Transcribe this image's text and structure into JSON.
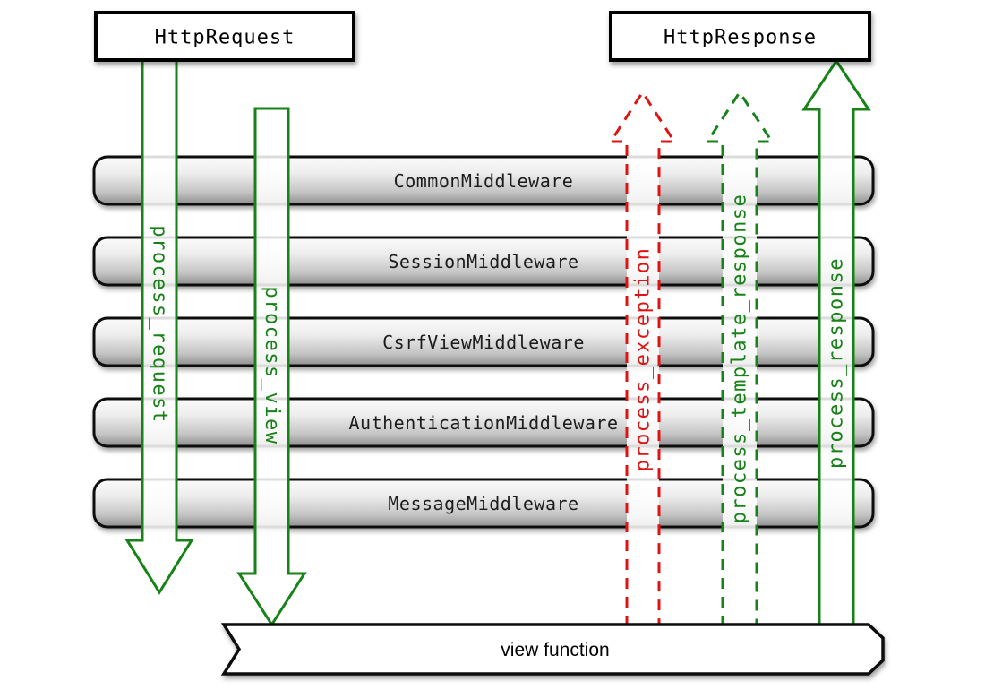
{
  "request_box": {
    "label": "HttpRequest"
  },
  "response_box": {
    "label": "HttpResponse"
  },
  "middlewares": [
    "CommonMiddleware",
    "SessionMiddleware",
    "CsrfViewMiddleware",
    "AuthenticationMiddleware",
    "MessageMiddleware"
  ],
  "arrows": {
    "process_request": {
      "label": "process_request",
      "style": "solid",
      "direction": "down",
      "color": "#178217"
    },
    "process_view": {
      "label": "process_view",
      "style": "solid",
      "direction": "down",
      "color": "#178217"
    },
    "process_exception": {
      "label": "process_exception",
      "style": "dashed",
      "direction": "up",
      "color": "#e01313"
    },
    "process_template_response": {
      "label": "process_template_response",
      "style": "dashed",
      "direction": "up",
      "color": "#178217"
    },
    "process_response": {
      "label": "process_response",
      "style": "solid",
      "direction": "up",
      "color": "#178217"
    }
  },
  "view_banner": {
    "label": "view function"
  },
  "colors": {
    "green": "#178217",
    "red": "#e01313",
    "bar_text": "#1c1c1c",
    "box_text": "#000000"
  }
}
